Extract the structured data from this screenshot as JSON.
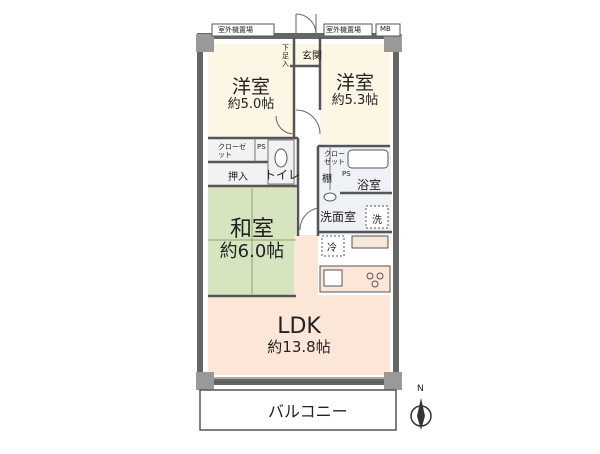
{
  "plan": {
    "outdoor_unit_left": "室外機置場",
    "outdoor_unit_right": "室外機置場",
    "mb": "MB",
    "entrance": "玄関",
    "shoe_storage": "下足入",
    "bedroom1": {
      "name": "洋室",
      "size": "約5.0帖"
    },
    "bedroom2": {
      "name": "洋室",
      "size": "約5.3帖"
    },
    "closet1": "クローゼット",
    "closet2": "クローゼット",
    "ps1": "PS",
    "ps2": "PS",
    "toilet": "トイレ",
    "oshiire": "押入",
    "shelf": "棚",
    "bath": "浴室",
    "washroom": "洗面室",
    "washer": "洗",
    "fridge": "冷",
    "washitsu": {
      "name": "和室",
      "size": "約6.0帖"
    },
    "ldk": {
      "name": "LDK",
      "size": "約13.8帖"
    },
    "balcony": "バルコニー",
    "north": "N"
  }
}
